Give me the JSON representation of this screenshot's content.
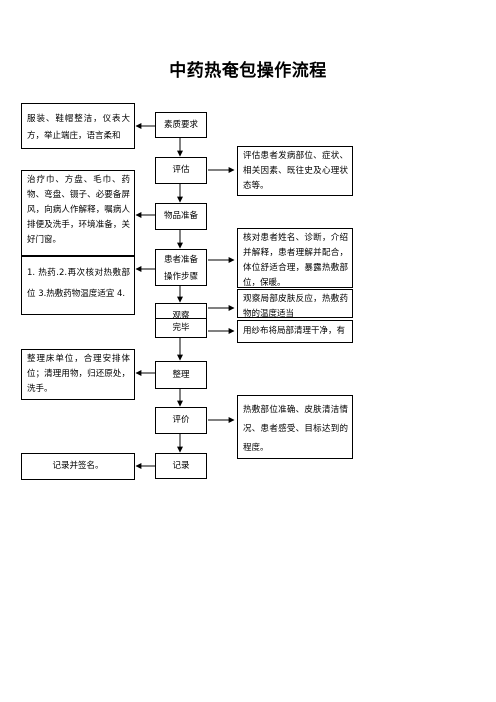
{
  "title": "中药热奄包操作流程",
  "flow": {
    "suzhi": "素质要求",
    "pinggu": "评估",
    "wupin": "物品准备",
    "huanzhe": "患者准备",
    "caozuo": "操作步骤",
    "guancha": "观察",
    "wanbi": "完毕",
    "zhengli": "整理",
    "pingjia": "评价",
    "jilu": "记录"
  },
  "notes": {
    "suzhi": "服装、鞋帽整洁，仪表大方，举止端庄，语言柔和",
    "pinggu": "评估患者发病部位、症状、相关因素、既往史及心理状态等。",
    "wupin": "治疗巾、方盘、毛巾、药物、弯盘、镊子、必要备屏风，向病人作解释，嘱病人排便及洗手，环境准备，关好门窗。",
    "caozuo": "1. 热药.2.再次核对热敷部位 3.热敷药物温度适宜 4.",
    "huanzhe": "核对患者姓名、诊断，介绍并解释，患者理解并配合，体位舒适合理，暴露热敷部位，保暖。",
    "guancha": "观察局部皮肤反应，热敷药物的温度适当",
    "wanbi": "用纱布将局部清理干净，有",
    "zhengli": "整理床单位，合理安排体位；清理用物，归还原处，洗手。",
    "pingjia": "热敷部位准确、皮肤清洁情况、患者感受、目标达到的程度。",
    "jilu": "记录并签名。"
  }
}
